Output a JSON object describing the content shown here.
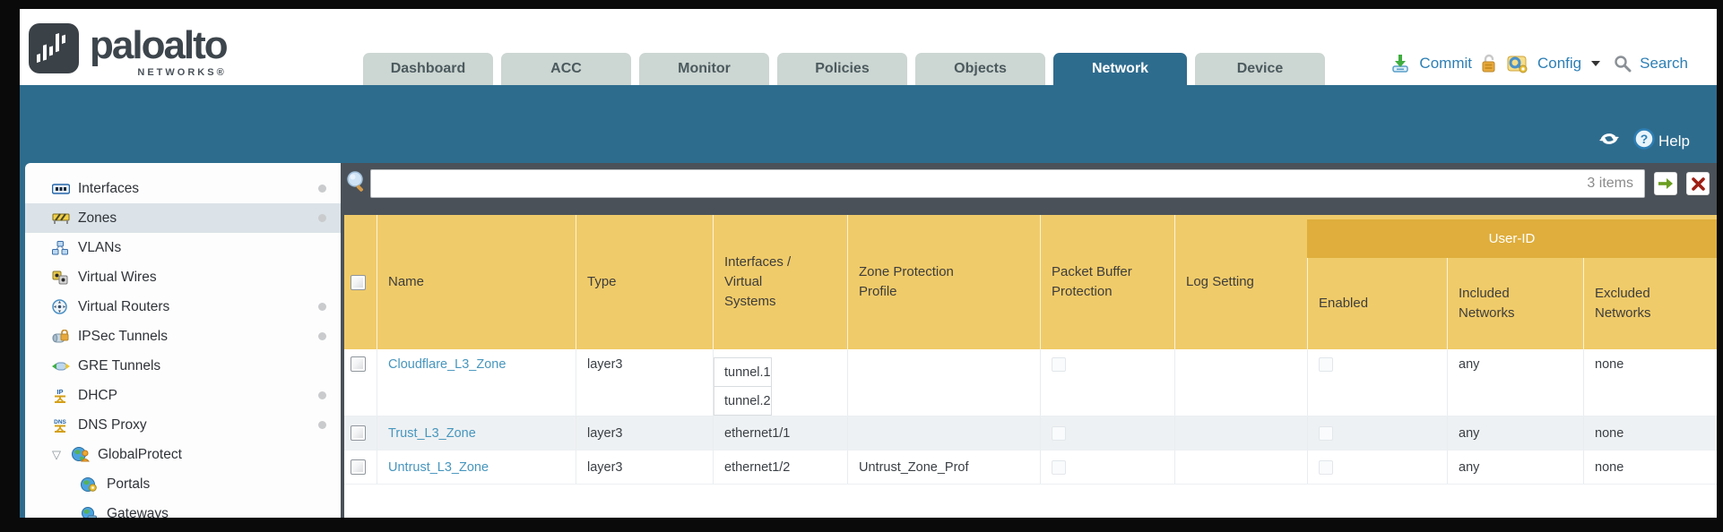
{
  "header": {
    "logo": {
      "text": "paloalto",
      "subtext": "NETWORKS®"
    },
    "tabs": [
      {
        "label": "Dashboard",
        "active": false
      },
      {
        "label": "ACC",
        "active": false
      },
      {
        "label": "Monitor",
        "active": false
      },
      {
        "label": "Policies",
        "active": false
      },
      {
        "label": "Objects",
        "active": false
      },
      {
        "label": "Network",
        "active": true
      },
      {
        "label": "Device",
        "active": false
      }
    ],
    "actions": {
      "commit_label": "Commit",
      "config_label": "Config",
      "search_label": "Search"
    }
  },
  "band": {
    "help_label": "Help"
  },
  "sidebar": {
    "items": [
      {
        "label": "Interfaces",
        "icon": "interfaces-icon",
        "has_dot": true,
        "selected": false,
        "indent": 0
      },
      {
        "label": "Zones",
        "icon": "zones-icon",
        "has_dot": true,
        "selected": true,
        "indent": 0
      },
      {
        "label": "VLANs",
        "icon": "vlans-icon",
        "has_dot": false,
        "selected": false,
        "indent": 0
      },
      {
        "label": "Virtual Wires",
        "icon": "virtual-wires-icon",
        "has_dot": false,
        "selected": false,
        "indent": 0
      },
      {
        "label": "Virtual Routers",
        "icon": "virtual-routers-icon",
        "has_dot": true,
        "selected": false,
        "indent": 0
      },
      {
        "label": "IPSec Tunnels",
        "icon": "ipsec-tunnels-icon",
        "has_dot": true,
        "selected": false,
        "indent": 0
      },
      {
        "label": "GRE Tunnels",
        "icon": "gre-tunnels-icon",
        "has_dot": false,
        "selected": false,
        "indent": 0
      },
      {
        "label": "DHCP",
        "icon": "dhcp-icon",
        "has_dot": true,
        "selected": false,
        "indent": 0
      },
      {
        "label": "DNS Proxy",
        "icon": "dns-proxy-icon",
        "has_dot": true,
        "selected": false,
        "indent": 0
      },
      {
        "label": "GlobalProtect",
        "icon": "globalprotect-icon",
        "has_dot": false,
        "selected": false,
        "indent": 0,
        "expanded": true
      },
      {
        "label": "Portals",
        "icon": "portals-icon",
        "has_dot": false,
        "selected": false,
        "indent": 1
      },
      {
        "label": "Gateways",
        "icon": "gateways-icon",
        "has_dot": false,
        "selected": false,
        "indent": 1
      }
    ]
  },
  "toolbar": {
    "count": "3 items"
  },
  "table": {
    "group_header": "User-ID",
    "columns": [
      "",
      "Name",
      "Type",
      "Interfaces / Virtual Systems",
      "Zone Protection Profile",
      "Packet Buffer Protection",
      "Log Setting",
      "Enabled",
      "Included Networks",
      "Excluded Networks"
    ],
    "rows": [
      {
        "name": "Cloudflare_L3_Zone",
        "type": "layer3",
        "interfaces": [
          "tunnel.1",
          "tunnel.2"
        ],
        "zone_protection_profile": "",
        "log_setting": "",
        "included_networks": "any",
        "excluded_networks": "none"
      },
      {
        "name": "Trust_L3_Zone",
        "type": "layer3",
        "interfaces": [
          "ethernet1/1"
        ],
        "zone_protection_profile": "",
        "log_setting": "",
        "included_networks": "any",
        "excluded_networks": "none"
      },
      {
        "name": "Untrust_L3_Zone",
        "type": "layer3",
        "interfaces": [
          "ethernet1/2"
        ],
        "zone_protection_profile": "Untrust_Zone_Prof",
        "log_setting": "",
        "included_networks": "any",
        "excluded_networks": "none"
      }
    ]
  },
  "colors": {
    "accent_teal": "#2e6c8e",
    "tab_inactive": "#ccd6d2",
    "slate_toolbar": "#4a5158",
    "header_yellow": "#f0cb69",
    "userid_band": "#dfae3c",
    "link_blue": "#4796be",
    "action_blue": "#2d7fb5",
    "row_stripe": "#eef1f3",
    "sidebar_selected": "#dbe3e8"
  }
}
